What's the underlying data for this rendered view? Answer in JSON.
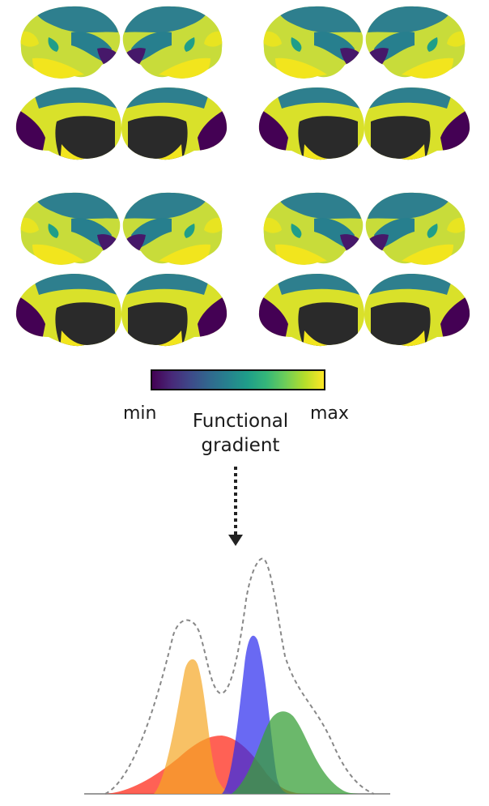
{
  "colorbar": {
    "min_label": "min",
    "max_label": "max",
    "title_line1": "Functional",
    "title_line2": "gradient",
    "colormap": [
      "#440154",
      "#482878",
      "#3e4989",
      "#31688e",
      "#26828e",
      "#1f9e89",
      "#35b779",
      "#6ece58",
      "#b5de2b",
      "#fde725"
    ]
  },
  "brain_panels": {
    "count": 4,
    "views": [
      "lateral-left",
      "lateral-right",
      "medial-left",
      "medial-right"
    ]
  },
  "density_colors": {
    "orange": "#f5a623",
    "blue": "#2a2aee",
    "red": "#ff3a2a",
    "green": "#3aa03a",
    "envelope": "#888888"
  }
}
